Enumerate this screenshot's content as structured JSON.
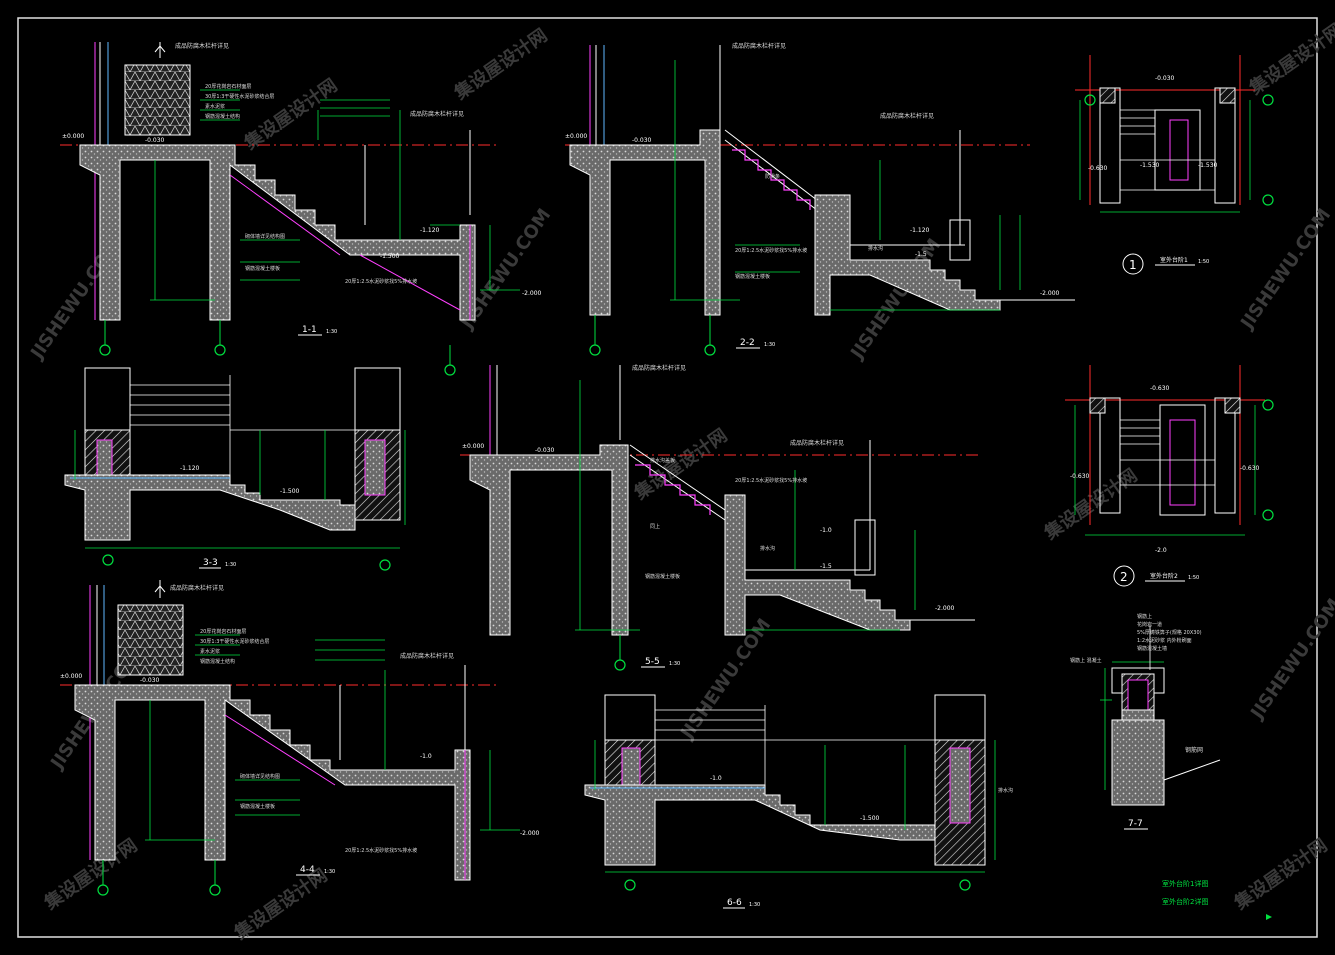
{
  "sections": [
    {
      "id": "1-1",
      "title": "1-1",
      "scale": "1:30"
    },
    {
      "id": "2-2",
      "title": "2-2",
      "scale": "1:30"
    },
    {
      "id": "3-3",
      "title": "3-3",
      "scale": "1:30"
    },
    {
      "id": "4-4",
      "title": "4-4",
      "scale": "1:30"
    },
    {
      "id": "5-5",
      "title": "5-5",
      "scale": "1:30"
    },
    {
      "id": "6-6",
      "title": "6-6",
      "scale": "1:30"
    },
    {
      "id": "7-7",
      "title": "7-7",
      "scale": ""
    }
  ],
  "plans": [
    {
      "id": "1",
      "title": "1",
      "name": "室外台阶1",
      "scale": "1:50"
    },
    {
      "id": "2",
      "title": "2",
      "name": "室外台阶2",
      "scale": "1:50"
    }
  ],
  "levels": {
    "l1_top": "±0.000",
    "l1_mid": "-0.030",
    "l1_low": "-1.120",
    "l1_low2": "-1.500",
    "l1_bot": "-2.000",
    "l2_top": "±0.000",
    "l2_mid": "-0.030",
    "l2_low": "-1.120",
    "l2_low2": "-1.5",
    "l2_bot": "-2.000",
    "l3_mid": "-1.120",
    "l3_low": "-1.500",
    "l4_top": "±0.000",
    "l4_mid": "-0.030",
    "l4_low": "-1.0",
    "l4_bot": "-2.000",
    "l5_top": "±0.000",
    "l5_mid": "-0.030",
    "l5_low": "-1.0",
    "l5_low2": "-1.5",
    "l5_bot": "-2.000",
    "l6_mid": "-1.0",
    "l6_low": "-1.500",
    "p1_a": "-0.030",
    "p1_b": "-0.630",
    "p1_c": "-1.530",
    "p1_d": "-1.530",
    "p2_a": "-0.630",
    "p2_b": "-0.630",
    "p2_c": "-0.630",
    "p2_d": "-2.0"
  },
  "annotations": {
    "a_rail": "成品防腐木栏杆详见",
    "a_rail2": "成品防腐木栏杆详见",
    "a_wall": "砌体墙详见结构图",
    "a_slab": "20厚1:2.5水泥砂浆找5%排水坡",
    "a_floor": "钢筋混凝土楼板",
    "a_arrow": "排水沟",
    "a_stone": "防滑条",
    "a_side": "同上",
    "a_drain": "排水沟盖板",
    "a_note1": "20厚花岗岩石材面层",
    "a_note2": "30厚1:3干硬性水泥砂浆结合层",
    "a_note3": "素水泥浆",
    "a_note4": "钢筋混凝土结构",
    "a_7_1": "钢筋上",
    "a_7_2": "花岗岩一道",
    "a_7_3": "5%厚铸铁箅子(规格 20X30)",
    "a_7_4": "1:2水泥砂浆 内外粉刷面",
    "a_7_5": "钢筋混凝土墙",
    "a_7_6": "钢筋上 混凝土",
    "a_7_w": "钢筋网"
  },
  "legend": {
    "line1": "室外台阶1详图",
    "line2": "室外台阶2详图"
  },
  "watermark": {
    "cn": "集设屋设计网",
    "en": "JISHEWU.COM"
  },
  "colors": {
    "background": "#000000",
    "concrete": "#c9c9c9",
    "dimension": "#00e040",
    "outline": "#ffffff",
    "axis": "#ff2b2b",
    "accent_magenta": "#ff40ff",
    "accent_blue": "#5fb8ff",
    "frame": "#e0e0e0"
  }
}
